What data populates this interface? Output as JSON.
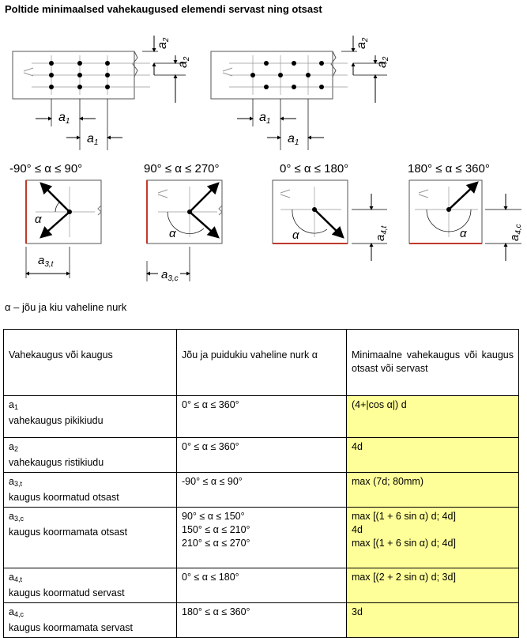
{
  "title": "Poltide minimaalsed vahekaugused elemendi servast ning otsast",
  "figure": {
    "dim_labels": {
      "a1": "a",
      "a1_sub": "1",
      "a2": "a",
      "a2_sub": "2",
      "a3t": "a",
      "a3t_sub": "3,t",
      "a3c": "a",
      "a3c_sub": "3,c",
      "a4t": "a",
      "a4t_sub": "4,t",
      "a4c": "a",
      "a4c_sub": "4,c",
      "alpha": "α"
    },
    "ranges": [
      "-90° ≤ α ≤ 90°",
      "90° ≤ α ≤ 270°",
      "0° ≤ α ≤ 180°",
      "180° ≤ α ≤ 360°"
    ]
  },
  "note": "α – jõu ja kiu vaheline nurk",
  "table": {
    "headers": [
      "Vahekaugus või kaugus",
      "Jõu ja puidukiu vaheline nurk α",
      "Minimaalne vahekaugus või kaugus otsast või servast"
    ],
    "rows": [
      {
        "sym": "a",
        "sub": "1",
        "desc": "vahekaugus pikikiudu",
        "angle": [
          "0° ≤ α ≤ 360°"
        ],
        "value": [
          "(4+|cos α|) d"
        ]
      },
      {
        "sym": "a",
        "sub": "2",
        "desc": "vahekaugus ristikiudu",
        "angle": [
          "0° ≤ α ≤ 360°"
        ],
        "value": [
          "4d"
        ]
      },
      {
        "sym": "a",
        "sub": "3,t",
        "desc": "kaugus koormatud otsast",
        "angle": [
          "-90° ≤ α ≤ 90°"
        ],
        "value": [
          "max (7d; 80mm)"
        ]
      },
      {
        "sym": "a",
        "sub": "3,c",
        "desc": "kaugus koormamata otsast",
        "angle": [
          "90° ≤ α ≤ 150°",
          "150° ≤ α ≤ 210°",
          "210° ≤ α ≤ 270°"
        ],
        "value": [
          "max [(1 + 6 sin α) d;  4d]",
          "4d",
          "max [(1 + 6 sin α) d; 4d]"
        ]
      },
      {
        "sym": "a",
        "sub": "4,t",
        "desc": "kaugus koormatud servast",
        "angle": [
          "0° ≤ α ≤ 180°"
        ],
        "value": [
          "max [(2 + 2 sin α) d; 3d]"
        ]
      },
      {
        "sym": "a",
        "sub": "4,c",
        "desc": "kaugus koormamata servast",
        "angle": [
          "180° ≤ α ≤ 360°"
        ],
        "value": [
          "3d"
        ]
      }
    ]
  },
  "colors": {
    "highlight": "#ffff99",
    "edge": "#c0392b"
  }
}
